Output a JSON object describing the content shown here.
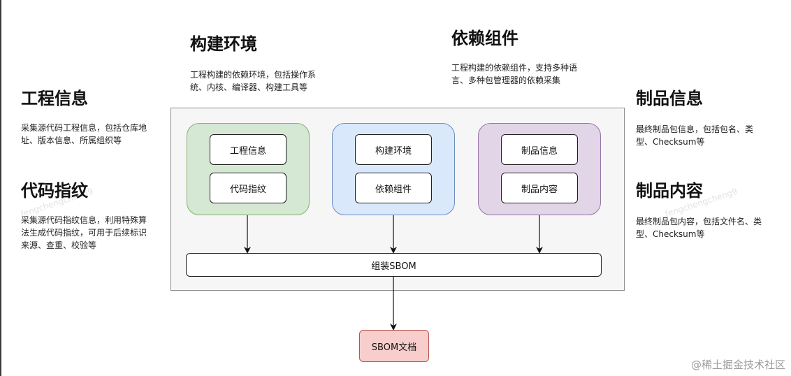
{
  "sections": {
    "project_info": {
      "title": "工程信息",
      "desc_lines": [
        "采集源代码工程信息，包括仓库地",
        "址、版本信息、所属组织等"
      ]
    },
    "code_fingerprint": {
      "title": "代码指纹",
      "desc_lines": [
        "采集源代码指纹信息，利用特殊算",
        "法生成代码指纹，可用于后续标识",
        "来源、查重、校验等"
      ]
    },
    "build_env": {
      "title": "构建环境",
      "desc_lines": [
        "工程构建的依赖环境，包括操作系",
        "统、内核、编译器、构建工具等"
      ]
    },
    "dependencies": {
      "title": "依赖组件",
      "desc_lines": [
        "工程构建的依赖组件，支持多种语",
        "言、多种包管理器的依赖采集"
      ]
    },
    "product_info": {
      "title": "制品信息",
      "desc_lines": [
        "最终制品包信息，包括包名、类",
        "型、Checksum等"
      ]
    },
    "product_content": {
      "title": "制品内容",
      "desc_lines": [
        "最终制品包内容，包括文件名、类",
        "型、Checksum等"
      ]
    }
  },
  "diagram": {
    "groups": [
      {
        "color": "#d5e8d4",
        "nodes": [
          "工程信息",
          "代码指纹"
        ]
      },
      {
        "color": "#dae8fc",
        "nodes": [
          "构建环境",
          "依赖组件"
        ]
      },
      {
        "color": "#e1d5e7",
        "nodes": [
          "制品信息",
          "制品内容"
        ]
      }
    ],
    "assemble_label": "组装SBOM",
    "output_label": "SBOM文档"
  },
  "watermark": "fengchengcheng9",
  "credit": "@稀土掘金技术社区",
  "colors": {
    "green_fill": "#d5e8d4",
    "blue_fill": "#dae8fc",
    "purple_fill": "#e1d5e7",
    "output_fill": "#f8cecc"
  }
}
